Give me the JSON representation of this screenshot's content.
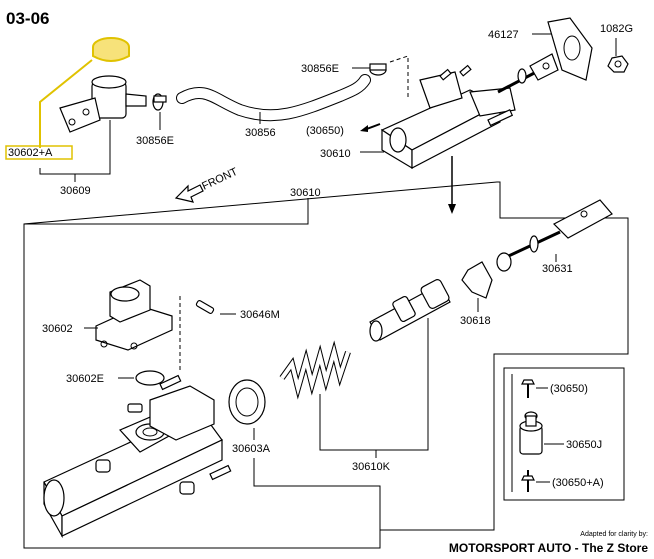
{
  "page": {
    "title": "03-06",
    "front_label": "FRONT",
    "footer_small": "Adapted for clarity by:",
    "footer_brand": "MOTORSPORT AUTO - The Z Store"
  },
  "colors": {
    "highlight_fill": "#f7e27a",
    "highlight_stroke": "#e0c200",
    "line": "#000000",
    "background": "#ffffff"
  },
  "labels": {
    "p30602a": "30602+A",
    "p30609": "30609",
    "p30856e_a": "30856E",
    "p30856e_b": "30856E",
    "p30856": "30856",
    "p30650_ref": "(30650)",
    "p30610_top": "30610",
    "p46127": "46127",
    "p1082g": "1082G",
    "p30610_main": "30610",
    "p30631": "30631",
    "p30602": "30602",
    "p30646m": "30646M",
    "p30618": "30618",
    "p30602e": "30602E",
    "p30603a": "30603A",
    "p30610k": "30610K",
    "p30650_inset": "(30650)",
    "p30650j": "30650J",
    "p30650a_inset": "(30650+A)"
  }
}
